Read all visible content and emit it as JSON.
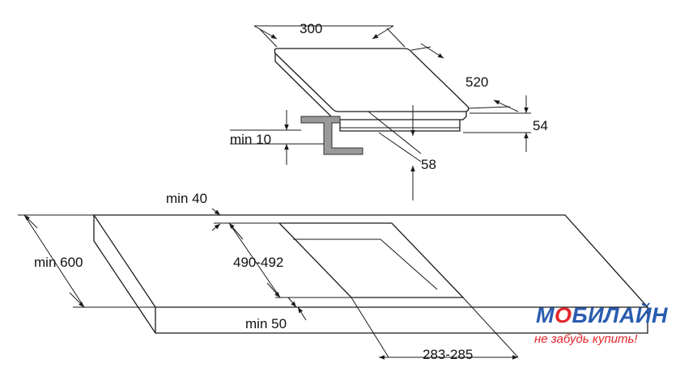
{
  "diagram": {
    "dimensions": {
      "width": "300",
      "depth": "520",
      "height": "54",
      "bracket_gap": "min 10",
      "below_height": "58",
      "back_margin": "min 40",
      "worktop_depth": "min 600",
      "cutout_depth": "490-492",
      "front_margin": "min 50",
      "cutout_width": "283-285"
    }
  },
  "logo": {
    "brand_m": "М",
    "brand_o": "О",
    "brand_rest": "БИЛАЙН",
    "slogan": "не забудь купить!",
    "colors": {
      "blue": "#2a5db0",
      "red": "#e4262b"
    }
  }
}
